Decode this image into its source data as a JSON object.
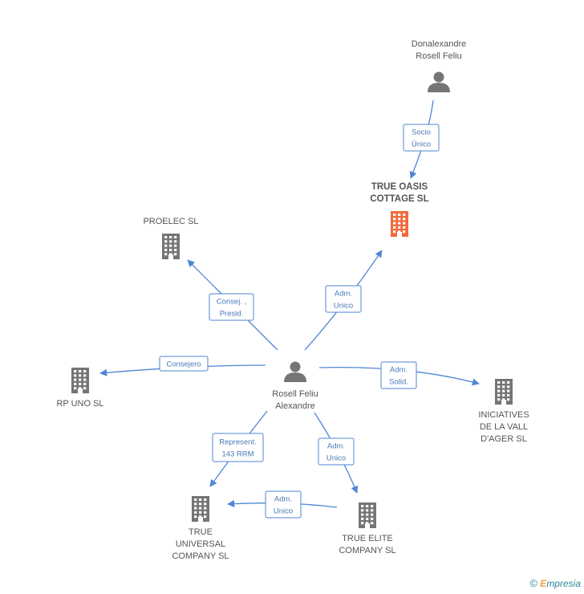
{
  "nodes": [
    {
      "id": "donalexandre",
      "kind": "person",
      "lines": [
        "Donalexandre",
        "Rosell Feliu"
      ]
    },
    {
      "id": "true_oasis",
      "kind": "company-main",
      "lines": [
        "TRUE OASIS",
        "COTTAGE SL"
      ]
    },
    {
      "id": "proelec",
      "kind": "company",
      "lines": [
        "PROELEC SL"
      ]
    },
    {
      "id": "rosell",
      "kind": "person",
      "lines": [
        "Rosell Feliu",
        "Alexandre"
      ]
    },
    {
      "id": "rp_uno",
      "kind": "company",
      "lines": [
        "RP UNO SL"
      ]
    },
    {
      "id": "iniciatives",
      "kind": "company",
      "lines": [
        "INICIATIVES",
        "DE LA VALL",
        "D'AGER SL"
      ]
    },
    {
      "id": "true_universal",
      "kind": "company",
      "lines": [
        "TRUE",
        "UNIVERSAL",
        "COMPANY  SL"
      ]
    },
    {
      "id": "true_elite",
      "kind": "company",
      "lines": [
        "TRUE ELITE",
        "COMPANY  SL"
      ]
    }
  ],
  "edges": [
    {
      "from": "donalexandre",
      "to": "true_oasis",
      "lines": [
        "Socio",
        "Único"
      ]
    },
    {
      "from": "rosell",
      "to": "true_oasis",
      "lines": [
        "Adm.",
        "Unico"
      ]
    },
    {
      "from": "rosell",
      "to": "proelec",
      "lines": [
        "Consej. ,",
        "Presid."
      ]
    },
    {
      "from": "rosell",
      "to": "rp_uno",
      "lines": [
        "Consejero"
      ]
    },
    {
      "from": "rosell",
      "to": "iniciatives",
      "lines": [
        "Adm.",
        "Solid."
      ]
    },
    {
      "from": "rosell",
      "to": "true_universal",
      "lines": [
        "Represent.",
        "143 RRM"
      ]
    },
    {
      "from": "rosell",
      "to": "true_elite",
      "lines": [
        "Adm.",
        "Unico"
      ]
    },
    {
      "from": "true_elite",
      "to": "true_universal",
      "lines": [
        "Adm.",
        "Unico"
      ]
    }
  ],
  "colors": {
    "edge": "#4f86d6",
    "company": "#757575",
    "company_main": "#f26a3d",
    "person": "#757575"
  },
  "footer": {
    "copyright": "©",
    "brand_first": "E",
    "brand_rest": "mpresia"
  }
}
